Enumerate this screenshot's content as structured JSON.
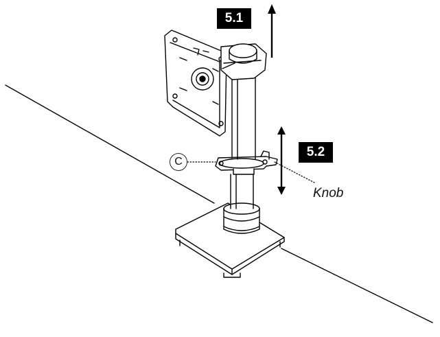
{
  "labels": {
    "step_51": "5.1",
    "step_52": "5.2",
    "callout_c": "C",
    "knob": "Knob"
  },
  "icons": {
    "arrow_up": "arrow-up-icon",
    "arrow_up_down": "arrow-up-down-icon"
  },
  "colors": {
    "line": "#000000",
    "label_bg": "#000000",
    "label_text": "#ffffff",
    "background": "#ffffff"
  }
}
